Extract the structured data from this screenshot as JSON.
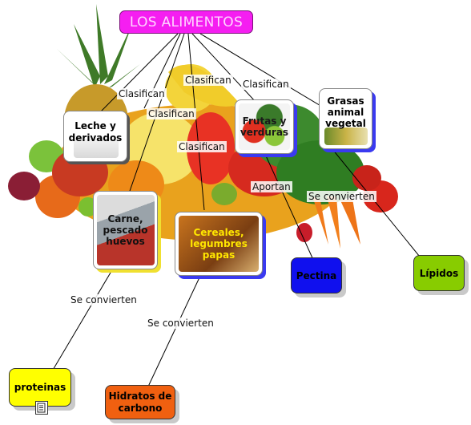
{
  "title": "LOS ALIMENTOS",
  "nodes": {
    "leche": "Leche y derivados",
    "frutas": "Frutas y verduras",
    "grasas": "Grasas animal vegetal",
    "carne": "Carne, pescado huevos",
    "cereales": "Cereales, legumbres papas",
    "pectina": "Pectina",
    "lipidos": "Lípidos",
    "proteinas": "proteinas",
    "hidratos": "Hidratos de carbono"
  },
  "links": {
    "clasifican_1": "Clasifican",
    "clasifican_2": "Clasifican",
    "clasifican_3": "Clasifican",
    "clasifican_4": "Clasifican",
    "clasifican_5": "Clasifican",
    "aportan": "Aportan",
    "se_convierten_1": "Se convierten",
    "se_convierten_2": "Se convierten",
    "se_convierten_3": "Se convierten"
  },
  "icons": {
    "note": "document-icon"
  },
  "colors": {
    "title": "#f51ef1",
    "pectina": "#1010ee",
    "lipidos": "#88cc00",
    "proteinas": "#ffff00",
    "hidratos": "#f06010",
    "card_shadow": "#3a3af0"
  }
}
